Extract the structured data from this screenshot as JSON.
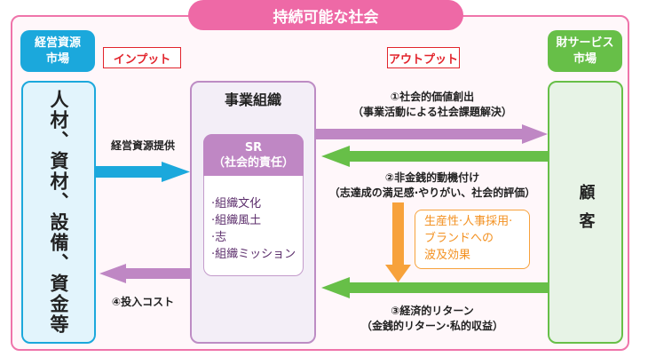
{
  "title": "持続可能な社会",
  "tags": {
    "input": "インプット",
    "output": "アウトプット"
  },
  "markets": {
    "left": "経営資源\n市場",
    "right": "財サービス\n市場"
  },
  "resources": {
    "text": "人材、資材、設備、資金等"
  },
  "organization": {
    "title": "事業組織",
    "sr_title": "SR",
    "sr_subtitle": "（社会的責任）",
    "items": [
      "·組織文化",
      "·組織風土",
      "·志",
      "·組織ミッション"
    ]
  },
  "customer": {
    "text": "顧客"
  },
  "flows": {
    "provide": "経営資源提供",
    "cost": "④投入コスト",
    "social_value": "①社会的価値創出\n（事業活動による社会課題解決）",
    "non_monetary": "②非金銭的動機付け\n（志達成の満足感·やりがい、社会的評価）",
    "economic": "③経済的リターン\n（金銭的リターン·私的収益）",
    "effect": "生産性·人事採用·\nブランドへの\n波及効果"
  },
  "colors": {
    "pink": "#ee69a6",
    "blue": "#1ba8dc",
    "green": "#67bf48",
    "purple": "#bf87c4",
    "orange": "#f7a23b",
    "red": "#e2242c"
  }
}
